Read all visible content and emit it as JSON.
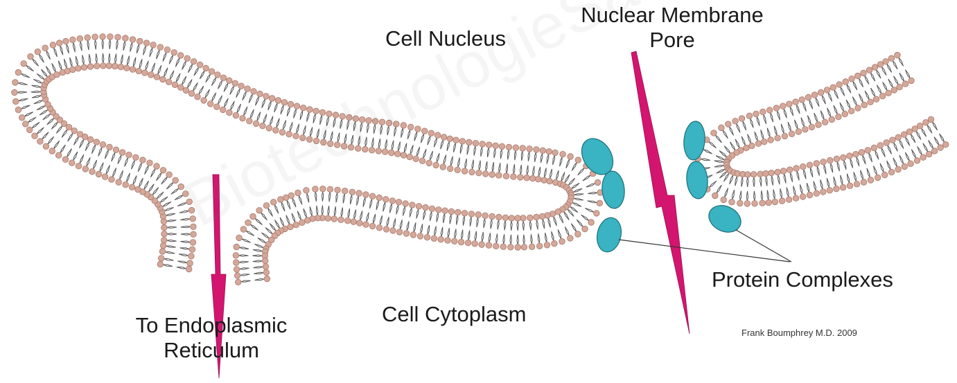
{
  "labels": {
    "cell_nucleus": "Cell Nucleus",
    "nuclear_pore_line1": "Nuclear Membrane",
    "nuclear_pore_line2": "Pore",
    "protein_complexes": "Protein Complexes",
    "cell_cytoplasm": "Cell Cytoplasm",
    "to_er_line1": "To Endoplasmic",
    "to_er_line2": "Reticulum",
    "credit": "Frank Boumphrey M.D. 2009"
  },
  "watermark": "BiotechnologieSante",
  "colors": {
    "lipid_head": "#d4a89a",
    "lipid_head_stroke": "#a8786a",
    "lipid_tail": "#555555",
    "protein": "#3ab3c2",
    "arrow": "#d4156f",
    "text": "#1a1a1a"
  }
}
